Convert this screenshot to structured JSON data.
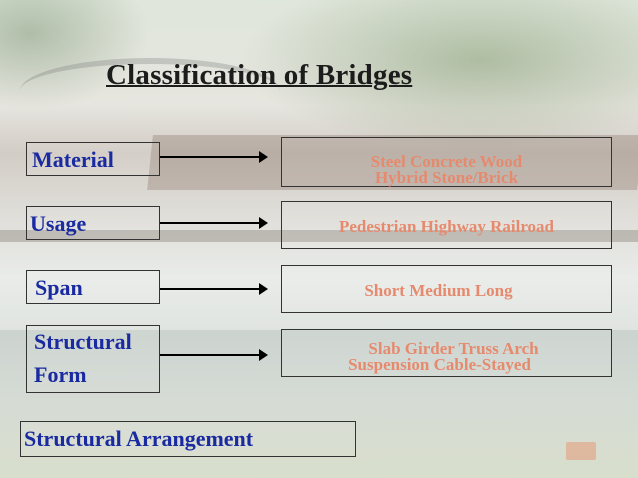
{
  "title": "Classification of Bridges",
  "categories": {
    "material": "Material",
    "usage": "Usage",
    "span": "Span",
    "structural_form_line1": "Structural",
    "structural_form_line2": "Form",
    "structural_arrangement": "Structural Arrangement"
  },
  "details": {
    "material_line1": "Steel  Concrete  Wood",
    "material_line2": "Hybrid       Stone/Brick",
    "usage": "Pedestrian  Highway   Railroad",
    "span": "Short      Medium      Long",
    "form_line1": "Slab      Girder      Truss      Arch",
    "form_line2": "Suspension      Cable-Stayed"
  },
  "colors": {
    "category_text": "#1a2aa0",
    "detail_text": "#e68a6e",
    "title_text": "#1c1c1c"
  }
}
